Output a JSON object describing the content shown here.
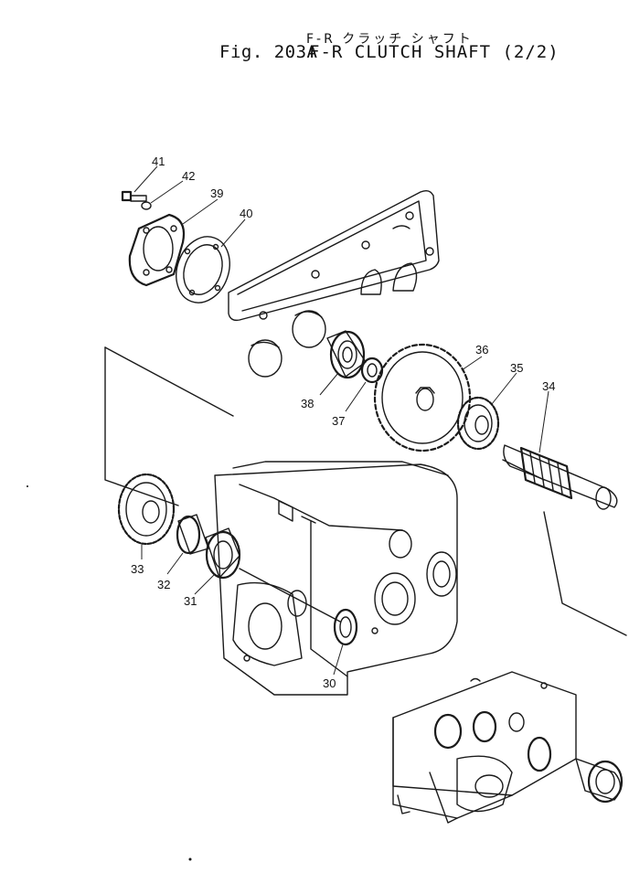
{
  "header": {
    "japanese_title": "F-R クラッチ シャフト",
    "figure_number": "Fig. 203A",
    "title": "F-R CLUTCH SHAFT (2/2)"
  },
  "parts": [
    {
      "number": "30"
    },
    {
      "number": "31"
    },
    {
      "number": "32"
    },
    {
      "number": "33"
    },
    {
      "number": "34"
    },
    {
      "number": "35"
    },
    {
      "number": "36"
    },
    {
      "number": "37"
    },
    {
      "number": "38"
    },
    {
      "number": "39"
    },
    {
      "number": "40"
    },
    {
      "number": "41"
    },
    {
      "number": "42"
    }
  ]
}
